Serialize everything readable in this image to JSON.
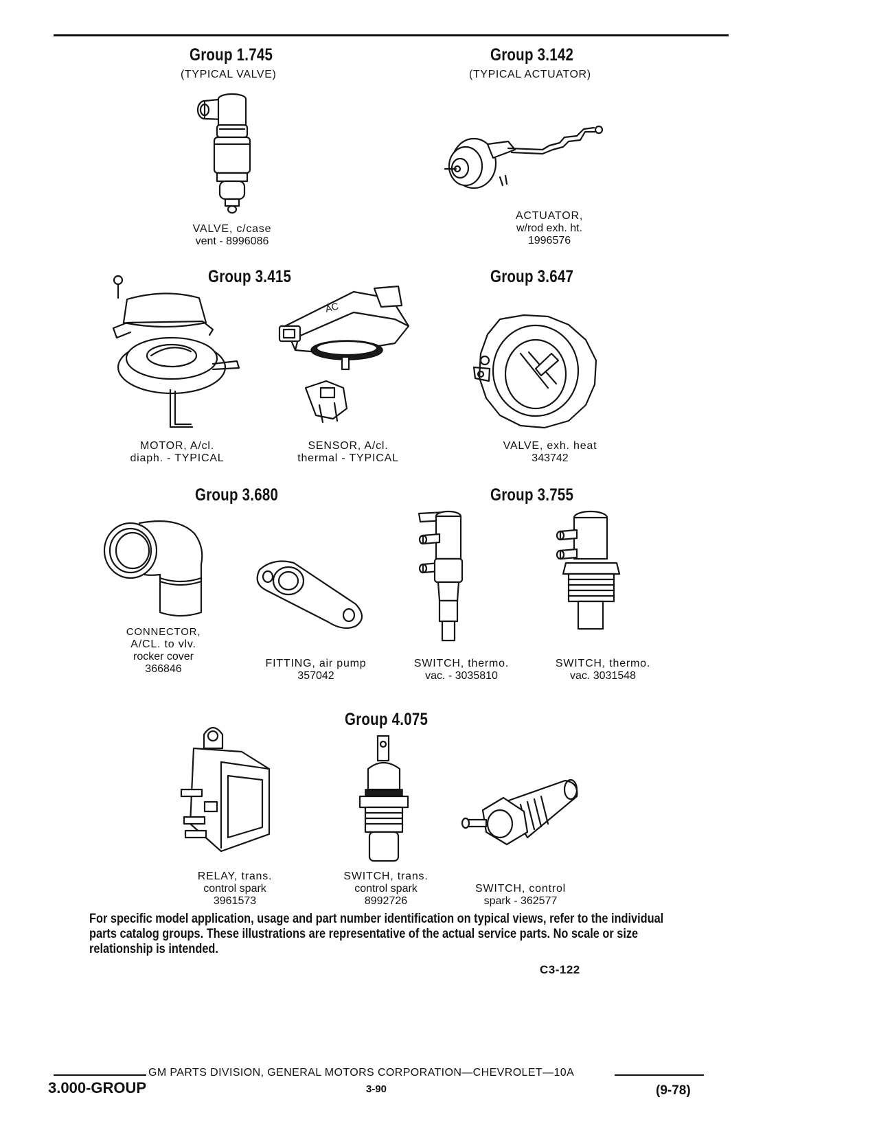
{
  "groups": {
    "g1": {
      "title": "Group 1.745",
      "subtitle": "(TYPICAL VALVE)"
    },
    "g2": {
      "title": "Group 3.142",
      "subtitle": "(TYPICAL ACTUATOR)"
    },
    "g3": {
      "title": "Group 3.415"
    },
    "g4": {
      "title": "Group 3.647"
    },
    "g5": {
      "title": "Group 3.680"
    },
    "g6": {
      "title": "Group 3.755"
    },
    "g7": {
      "title": "Group 4.075"
    }
  },
  "parts": {
    "valve_case_vent": {
      "line1": "VALVE, c/case",
      "line2": "vent - 8996086"
    },
    "actuator": {
      "line1": "ACTUATOR,",
      "line2": "w/rod exh. ht.",
      "line3": "1996576"
    },
    "motor": {
      "line1": "MOTOR, A/cl.",
      "line2": "diaph. - TYPICAL"
    },
    "sensor": {
      "line1": "SENSOR, A/cl.",
      "line2": "thermal - TYPICAL"
    },
    "valve_exh_heat": {
      "line1": "VALVE, exh. heat",
      "line2": "343742"
    },
    "connector": {
      "line1": "CONNECTOR,",
      "line2": "A/CL. to vlv.",
      "line3": "rocker cover",
      "line4": "366846"
    },
    "fitting": {
      "line1": "FITTING, air pump",
      "line2": "357042"
    },
    "switch_thermo_1": {
      "line1": "SWITCH, thermo.",
      "line2": "vac. - 3035810"
    },
    "switch_thermo_2": {
      "line1": "SWITCH, thermo.",
      "line2": "vac. 3031548"
    },
    "relay": {
      "line1": "RELAY, trans.",
      "line2": "control spark",
      "line3": "3961573"
    },
    "switch_trans": {
      "line1": "SWITCH, trans.",
      "line2": "control spark",
      "line3": "8992726"
    },
    "switch_control": {
      "line1": "SWITCH, control",
      "line2": "spark - 362577"
    }
  },
  "footnote": "For specific model application, usage and part number identification on typical views, refer to the individual parts catalog groups. These illustrations are representative of the actual service parts. No scale or size relationship is intended.",
  "figure_code": "C3-122",
  "footer": {
    "publisher": "GM PARTS DIVISION, GENERAL MOTORS CORPORATION—CHEVROLET—10A",
    "section": "3.000-GROUP",
    "page": "3-90",
    "date": "(9-78)"
  }
}
